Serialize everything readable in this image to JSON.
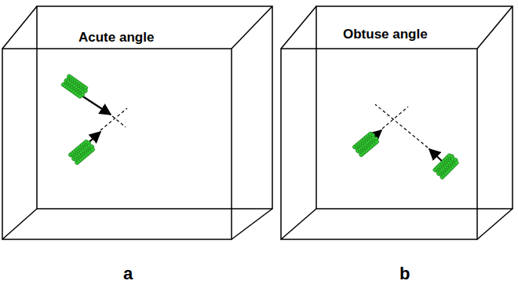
{
  "diagram": {
    "labels": [
      "Acute angle",
      "Obtuse angle",
      "a",
      "b"
    ]
  }
}
